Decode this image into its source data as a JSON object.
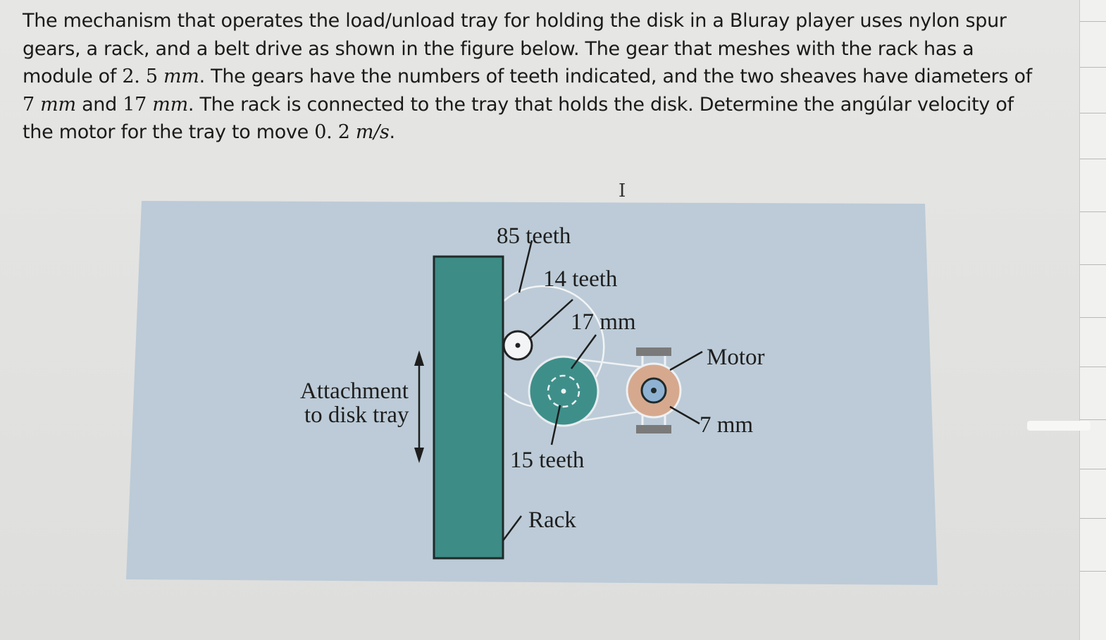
{
  "question": {
    "lines": [
      "The mechanism that operates the load/unload tray for holding the disk in a Bluray player uses nylon spur",
      "gears, a rack, and a belt drive as shown in the figure below. The gear that meshes with the rack has a"
    ],
    "line3_a": "module of ",
    "module_value": "2. 5 ",
    "module_unit": "mm",
    "line3_b": ". The gears have the numbers of teeth indicated, and the two sheaves have diameters of",
    "d_small": "7 ",
    "d_small_unit": "mm",
    "line4_a": " and ",
    "d_large": "17 ",
    "d_large_unit": "mm",
    "line4_b": ". The rack is connected to the tray that holds the disk. Determine the angúlar velocity of",
    "line5_a": "the motor for the tray to move ",
    "speed_value": "0. 2 ",
    "speed_unit": "m/s",
    "line5_b": "."
  },
  "cursor_glyph": "I",
  "diagram": {
    "label_85_teeth": "85 teeth",
    "label_14_teeth": "14 teeth",
    "label_17_mm": "17 mm",
    "label_motor": "Motor",
    "label_attachment_1": "Attachment",
    "label_attachment_2": "to disk tray",
    "label_7_mm": "7 mm",
    "label_15_teeth": "15 teeth",
    "label_rack": "Rack"
  },
  "colors": {
    "panel": "#bccbd7",
    "rack": "#3d8c86",
    "gear_small": "#3e8f8a",
    "sheave_motor": "#d6a98e",
    "motor_hub": "#8fb2d3",
    "motor_frame": "#7a7a7a",
    "text": "#1a1a1a"
  }
}
